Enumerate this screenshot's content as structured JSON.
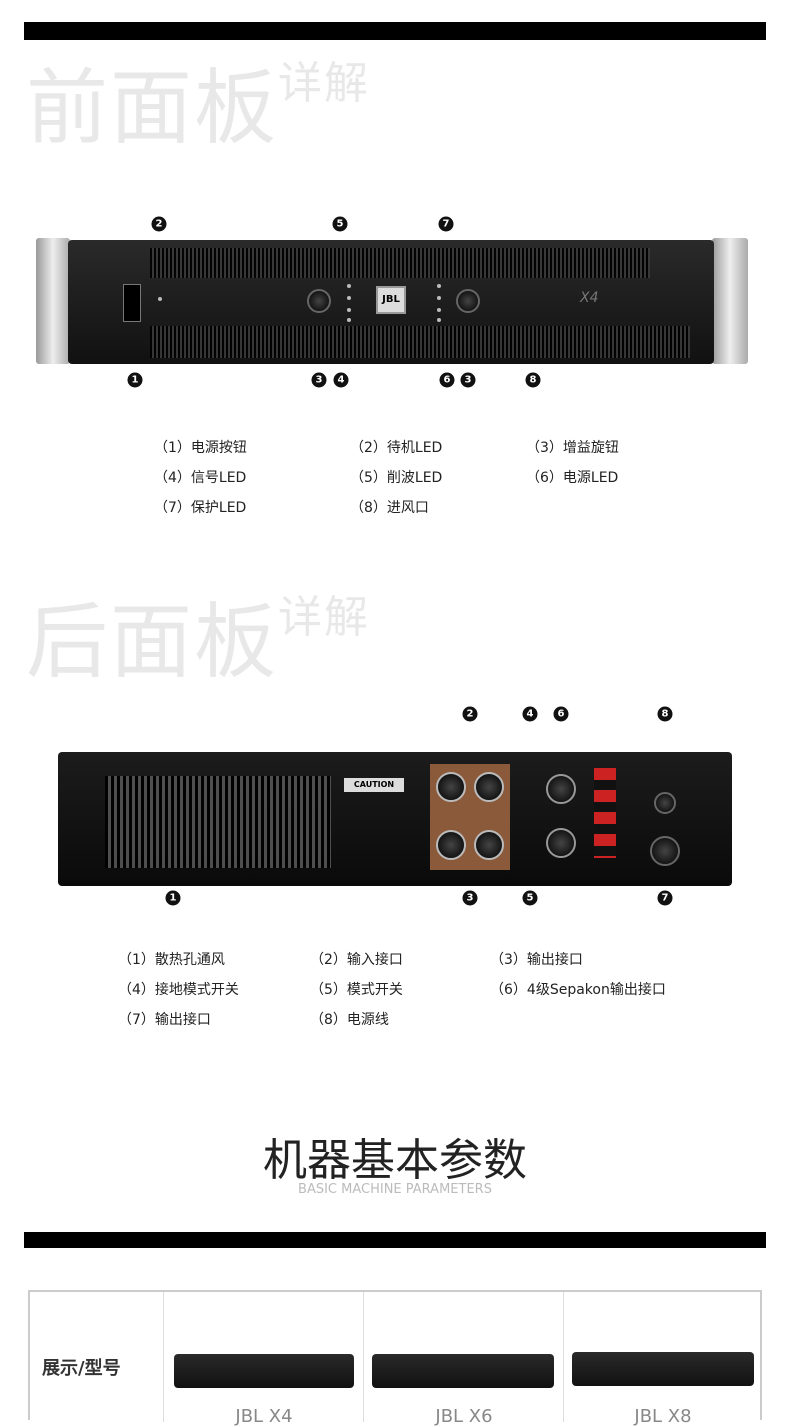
{
  "front": {
    "title": "前面板",
    "title_suffix": "详解",
    "device_model_label": "X4",
    "brand": "JBL",
    "markers": [
      "2",
      "5",
      "7",
      "1",
      "3",
      "4",
      "6",
      "3",
      "8"
    ],
    "legend": [
      "（1）电源按钮",
      "（2）待机LED",
      "（3）增益旋钮",
      "（4）信号LED",
      "（5）削波LED",
      "（6）电源LED",
      "（7）保护LED",
      "（8）进风口"
    ]
  },
  "rear": {
    "title": "后面板",
    "title_suffix": "详解",
    "caution": "CAUTION",
    "markers": [
      "2",
      "4",
      "6",
      "8",
      "1",
      "3",
      "5",
      "7"
    ],
    "legend": [
      "（1）散热孔通风",
      "（2）输入接口",
      "（3）输出接口",
      "（4）接地模式开关",
      "（5）模式开关",
      "（6）4级Sepakon输出接口",
      "（7）输出接口",
      "（8）电源线"
    ]
  },
  "params": {
    "title": "机器基本参数",
    "subtitle": "BASIC MACHINE PARAMETERS"
  },
  "table": {
    "row_label": "展示/型号",
    "models": [
      "JBL X4",
      "JBL X6",
      "JBL X8"
    ]
  }
}
